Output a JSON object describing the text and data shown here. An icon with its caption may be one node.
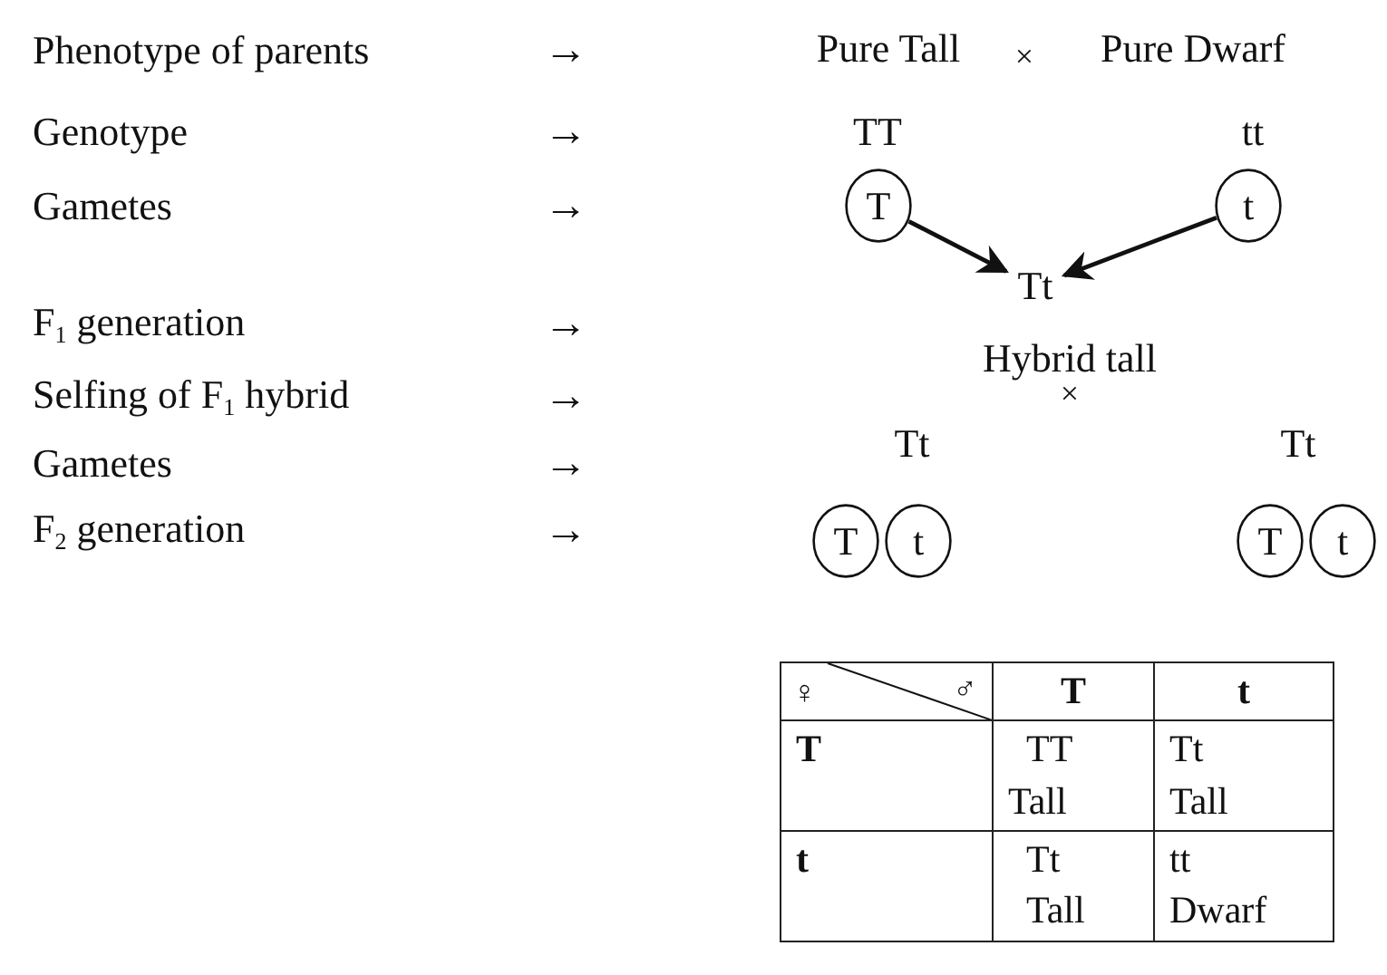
{
  "diagram": {
    "nodes": [
      {
        "text": [
          "Phenotype of parents"
        ]
      },
      {
        "text": [
          "Genotype"
        ]
      },
      {
        "text": [
          "Gametes"
        ]
      },
      {
        "text": [
          "F$_{1}$ generation"
        ]
      },
      {
        "text": [
          "Selfing of F$_{1}$ hybrid"
        ]
      },
      {
        "text": [
          "Gametes"
        ]
      },
      {
        "text": [
          "F$_{2}$ generation"
        ]
      },
      {
        "text": [
          "T"
        ],
        "beside": [
          "TT"
        ]
      },
      {
        "text": [
          "t"
        ],
        "beside": [
          "tt"
        ]
      },
      {
        "text": [
          "Tt"
        ]
      },
      {
        "text": [
          "T"
        ]
      },
      {
        "text": [
          "t"
        ]
      },
      {
        "text": [
          "T"
        ]
      },
      {
        "text": [
          "t"
        ]
      }
    ],
    "edges": [
      {
        "from": 7,
        "to": 9,
        "arrow": "to"
      },
      {
        "from": 8,
        "to": 9,
        "arrow": "to"
      }
    ],
    "labels": [
      "Pure Tall",
      "×",
      "Pure Dwarf",
      "Hybrid tall",
      "×",
      "Tt",
      "Tt",
      "♀",
      "♂",
      "T",
      "t",
      "T",
      "TT",
      "Tall",
      "Tt",
      "Tall",
      "t",
      "Tt",
      "Tall",
      "tt",
      "Dwarf",
      "→",
      "→",
      "→",
      "→",
      "→",
      "→",
      "→"
    ]
  }
}
